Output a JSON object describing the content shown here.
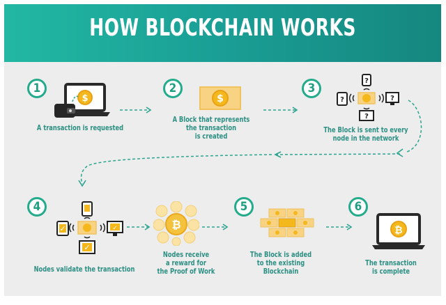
{
  "title": "HOW BLOCKCHAIN WORKS",
  "colors": {
    "teal": "#1fa394",
    "banner_light": "#22b8a3",
    "caption": "#2c8f83",
    "coin": "#f5b81c",
    "panel": "#ededed"
  },
  "steps": [
    {
      "number": "1",
      "caption": "A transaction is requested",
      "icon": "laptop-wallet-coin-icon"
    },
    {
      "number": "2",
      "caption_lines": [
        "A Block that represents",
        "the transaction",
        "is created"
      ],
      "icon": "banknote-coin-icon"
    },
    {
      "number": "3",
      "caption_lines": [
        "The Block is sent to every",
        "node in the network"
      ],
      "icon": "network-broadcast-icon",
      "unknown_mark": "?"
    },
    {
      "number": "4",
      "caption": "Nodes validate the transaction",
      "icon": "network-validate-icon",
      "check_mark": "✓"
    },
    {
      "caption_lines": [
        "Nodes receive",
        "a reward for",
        "the Proof of Work"
      ],
      "icon": "bitcoin-coins-icon"
    },
    {
      "number": "5",
      "caption_lines": [
        "The Block is added",
        "to the existing",
        "Blockchain"
      ],
      "icon": "block-chain-bricks-icon"
    },
    {
      "number": "6",
      "caption_lines": [
        "The transaction",
        "is complete"
      ],
      "icon": "laptop-bitcoin-icon"
    }
  ]
}
